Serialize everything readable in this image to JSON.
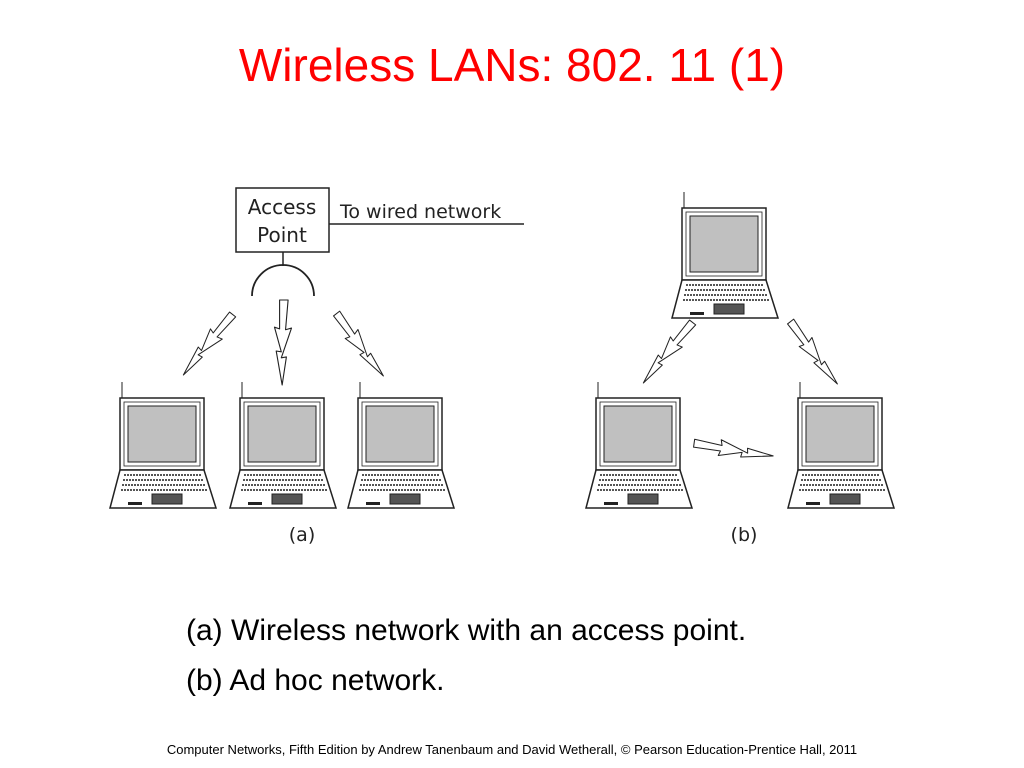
{
  "slide": {
    "title": "Wireless LANs: 802. 11  (1)",
    "captions": [
      "(a) Wireless network with an access point.",
      "(b) Ad hoc network."
    ],
    "footer": "Computer Networks, Fifth Edition by Andrew Tanenbaum and David Wetherall, © Pearson Education-Prentice Hall, 2011"
  },
  "diagram": {
    "access_point_line1": "Access",
    "access_point_line2": "Point",
    "wired_label": "To wired network",
    "label_a": "(a)",
    "label_b": "(b)"
  },
  "colors": {
    "title": "#ff0000",
    "screen": "#c0c0c0"
  }
}
